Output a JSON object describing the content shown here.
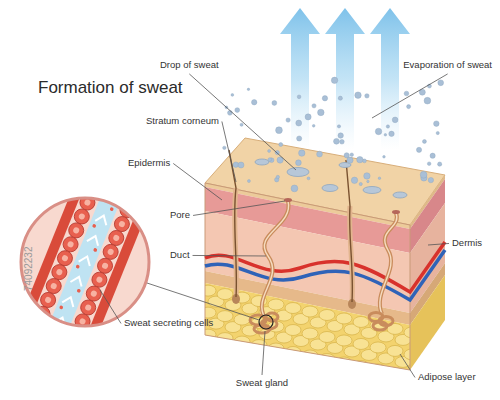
{
  "diagram": {
    "title": "Formation of sweat",
    "labels": [
      "Drop of sweat",
      "Evaporation of sweat",
      "Stratum corneum",
      "Epidermis",
      "Pore",
      "Duct",
      "Dermis",
      "Sweat secreting cells",
      "Sweat gland",
      "Adipose layer",
      "74092232"
    ]
  }
}
